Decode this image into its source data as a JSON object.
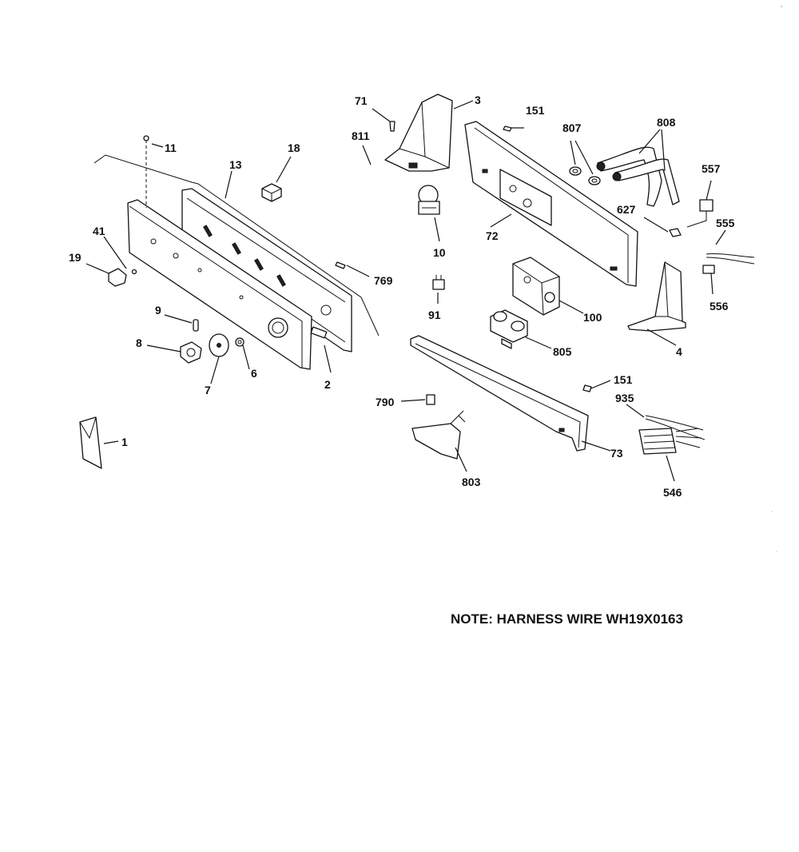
{
  "diagram": {
    "note": "NOTE: HARNESS WIRE WH19X0163",
    "callouts": [
      "1",
      "2",
      "3",
      "4",
      "6",
      "7",
      "8",
      "9",
      "10",
      "11",
      "13",
      "18",
      "19",
      "41",
      "71",
      "72",
      "73",
      "91",
      "100",
      "151",
      "151",
      "546",
      "555",
      "556",
      "557",
      "627",
      "769",
      "790",
      "803",
      "805",
      "807",
      "808",
      "811",
      "935"
    ]
  }
}
